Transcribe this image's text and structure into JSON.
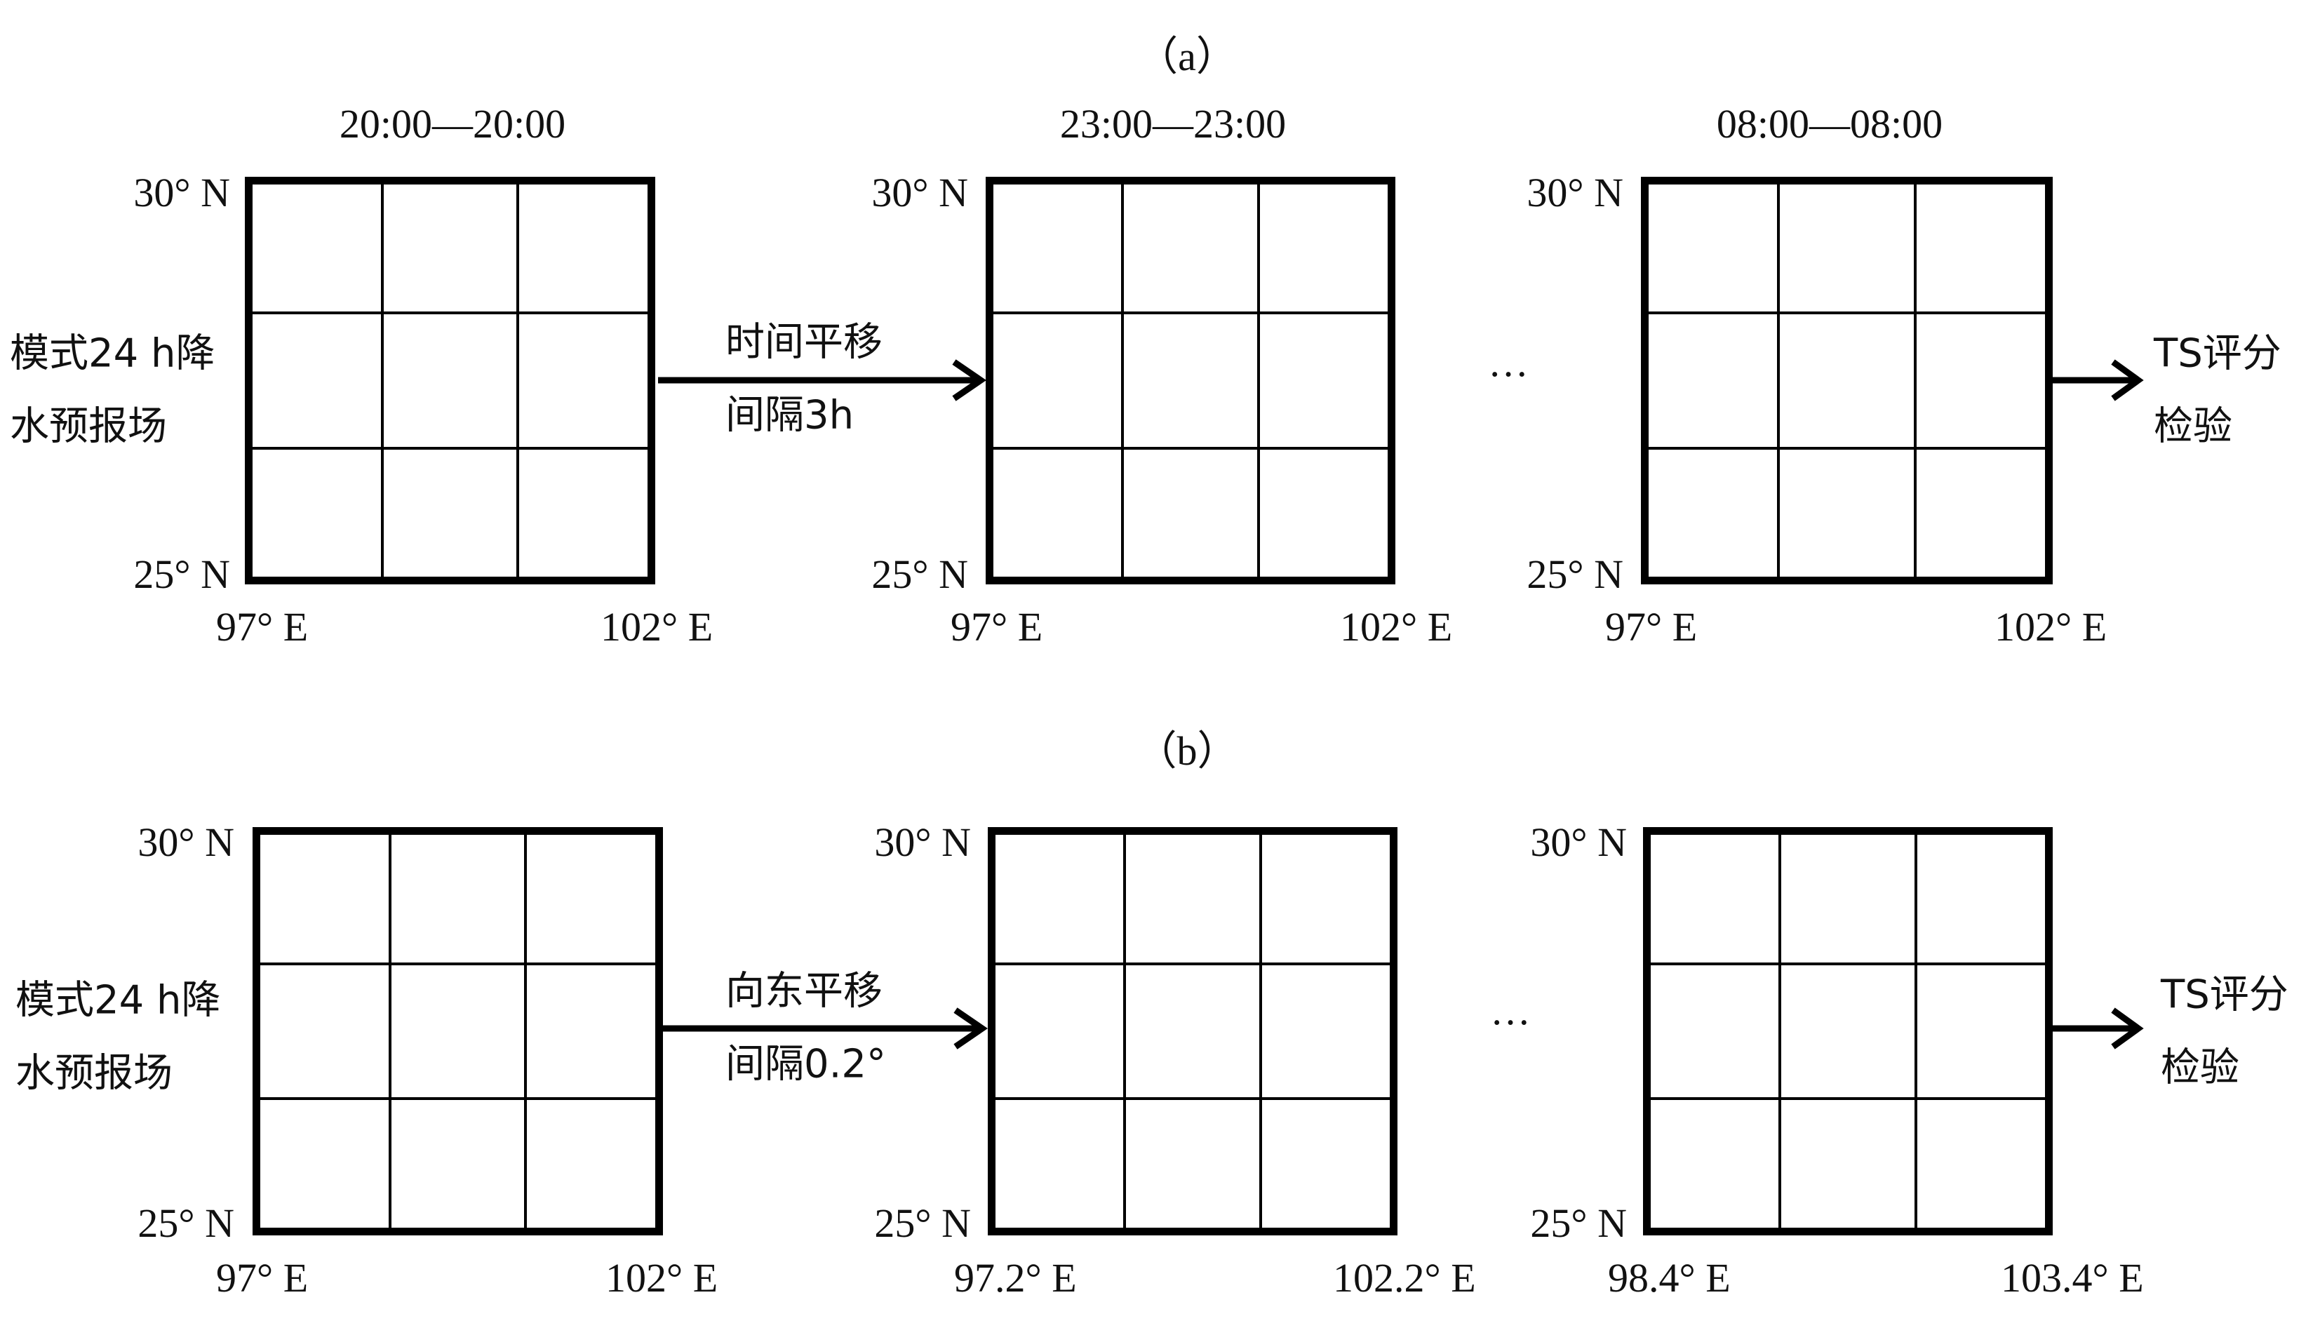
{
  "panels": [
    {
      "panel_label": "（a）",
      "side_label": [
        "模式24 h降",
        "水预报场"
      ],
      "shift_label": [
        "时间平移",
        "间隔3h"
      ],
      "ellipsis": "···",
      "result_label": [
        "TS评分",
        "检验"
      ],
      "grids": [
        {
          "title": "20:00—20:00",
          "lat_top": "30° N",
          "lat_bottom": "25° N",
          "lon_left": "97° E",
          "lon_right": "102° E"
        },
        {
          "title": "23:00—23:00",
          "lat_top": "30° N",
          "lat_bottom": "25° N",
          "lon_left": "97° E",
          "lon_right": "102° E"
        },
        {
          "title": "08:00—08:00",
          "lat_top": "30° N",
          "lat_bottom": "25° N",
          "lon_left": "97° E",
          "lon_right": "102° E"
        }
      ]
    },
    {
      "panel_label": "（b）",
      "side_label": [
        "模式24 h降",
        "水预报场"
      ],
      "shift_label": [
        "向东平移",
        "间隔0.2°"
      ],
      "ellipsis": "···",
      "result_label": [
        "TS评分",
        "检验"
      ],
      "grids": [
        {
          "title": "",
          "lat_top": "30° N",
          "lat_bottom": "25° N",
          "lon_left": "97° E",
          "lon_right": "102° E"
        },
        {
          "title": "",
          "lat_top": "30° N",
          "lat_bottom": "25° N",
          "lon_left": "97.2° E",
          "lon_right": "102.2° E"
        },
        {
          "title": "",
          "lat_top": "30° N",
          "lat_bottom": "25° N",
          "lon_left": "98.4° E",
          "lon_right": "103.4° E"
        }
      ]
    }
  ]
}
